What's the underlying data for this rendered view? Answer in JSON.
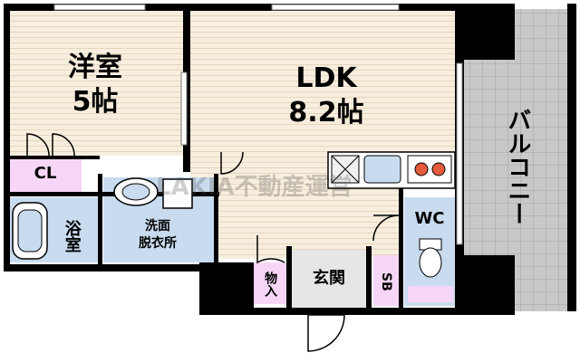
{
  "rooms": {
    "western": {
      "name": "洋室",
      "size": "5帖"
    },
    "ldk": {
      "name": "LDK",
      "size": "8.2帖"
    },
    "closet": "CL",
    "bath": "浴室",
    "washroom": {
      "line1": "洗面",
      "line2": "脱衣所"
    },
    "storage": "物入",
    "entrance": "玄関",
    "shoebox": "SB",
    "toilet": "WC",
    "balcony": "バルコニー"
  },
  "watermark": "LAKIA不動産運営",
  "colors": {
    "floor": "#f7eedf",
    "tile": "#c9dbef",
    "closet": "#f6d6f6",
    "balcony": "#c8c8c8",
    "wall": "#000000"
  }
}
